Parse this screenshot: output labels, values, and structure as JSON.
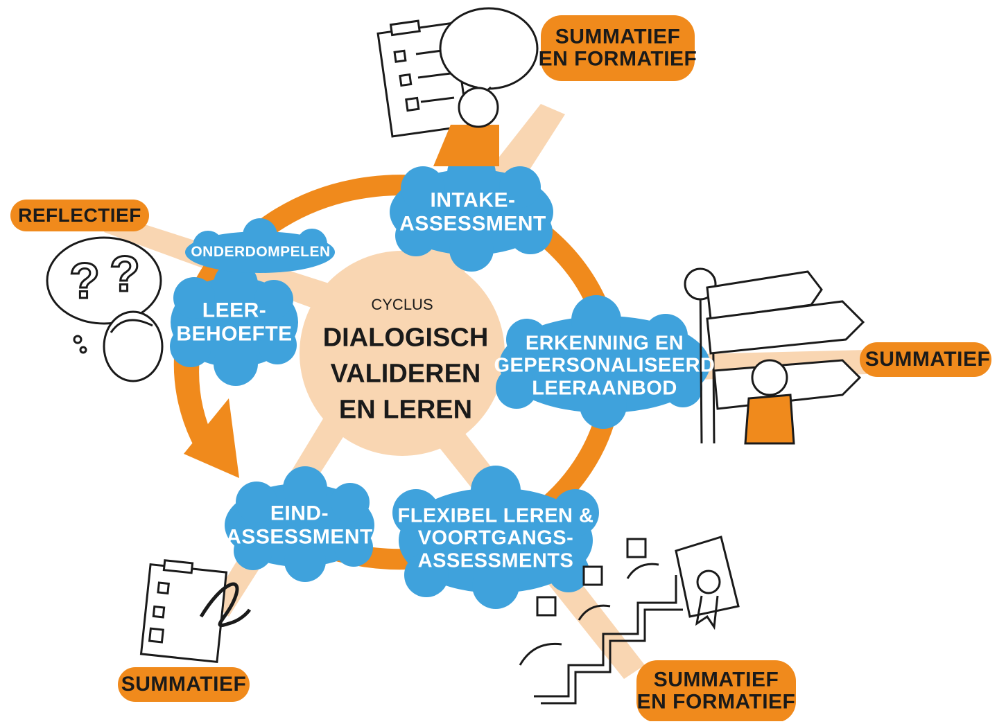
{
  "colors": {
    "orange": "#f08a1c",
    "peach": "#f9d6b2",
    "blue": "#3fa2dc",
    "ink": "#1a1a1a"
  },
  "center": {
    "subtitle": "CYCLUS",
    "title_lines": [
      "DIALOGISCH",
      "VALIDEREN",
      "EN LEREN"
    ]
  },
  "stages": {
    "intake": [
      "INTAKE-",
      "ASSESSMENT"
    ],
    "erkenning": [
      "ERKENNING EN",
      "GEPERSONALISEERD",
      "LEERAANBOD"
    ],
    "flexibel": [
      "FLEXIBEL LEREN &",
      "VOORTGANGS-",
      "ASSESSMENTS"
    ],
    "eind": [
      "EIND-",
      "ASSESSMENT"
    ],
    "leerbehoefte": [
      "LEER-",
      "BEHOEFTE"
    ],
    "onderdompelen": [
      "ONDERDOMPELEN"
    ]
  },
  "tags": {
    "top_right": [
      "SUMMATIEF",
      "EN FORMATIEF"
    ],
    "left": [
      "REFLECTIEF"
    ],
    "right": [
      "SUMMATIEF"
    ],
    "bottom_left": [
      "SUMMATIEF"
    ],
    "bottom_right": [
      "SUMMATIEF",
      "EN FORMATIEF"
    ]
  },
  "icons": {
    "clipboard_speech": "clipboard-speech-bubble-icon",
    "thinking_person": "thinking-person-icon",
    "signpost": "signpost-person-icon",
    "clipboard_signature": "clipboard-signature-icon",
    "staircase": "staircase-certificate-icon"
  }
}
